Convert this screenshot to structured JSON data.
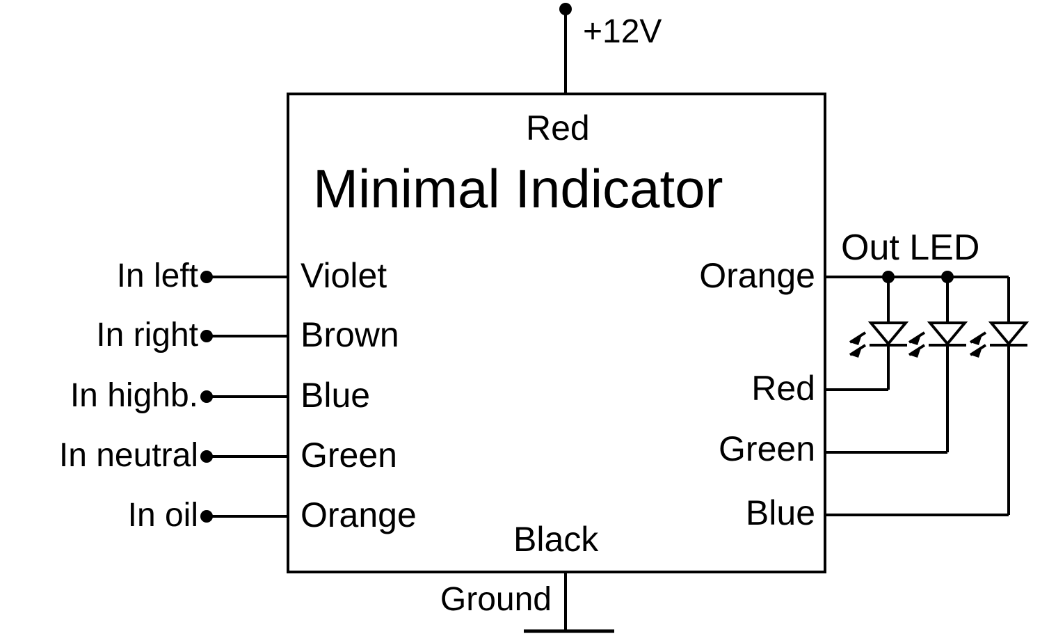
{
  "device": {
    "title": "Minimal Indicator",
    "power_pin_label": "Red",
    "ground_pin_label": "Black"
  },
  "power": {
    "supply_label": "+12V",
    "ground_label": "Ground"
  },
  "inputs": [
    {
      "external": "In left",
      "pin": "Violet"
    },
    {
      "external": "In right",
      "pin": "Brown"
    },
    {
      "external": "In highb.",
      "pin": "Blue"
    },
    {
      "external": "In neutral",
      "pin": "Green"
    },
    {
      "external": "In oil",
      "pin": "Orange"
    }
  ],
  "outputs": {
    "group_label": "Out LED",
    "pins": [
      {
        "pin": "Orange",
        "role": "common"
      },
      {
        "pin": "Red",
        "role": "led"
      },
      {
        "pin": "Green",
        "role": "led"
      },
      {
        "pin": "Blue",
        "role": "led"
      }
    ],
    "led_count": 3
  },
  "colors": {
    "ink": "#000000",
    "paper": "#ffffff"
  }
}
